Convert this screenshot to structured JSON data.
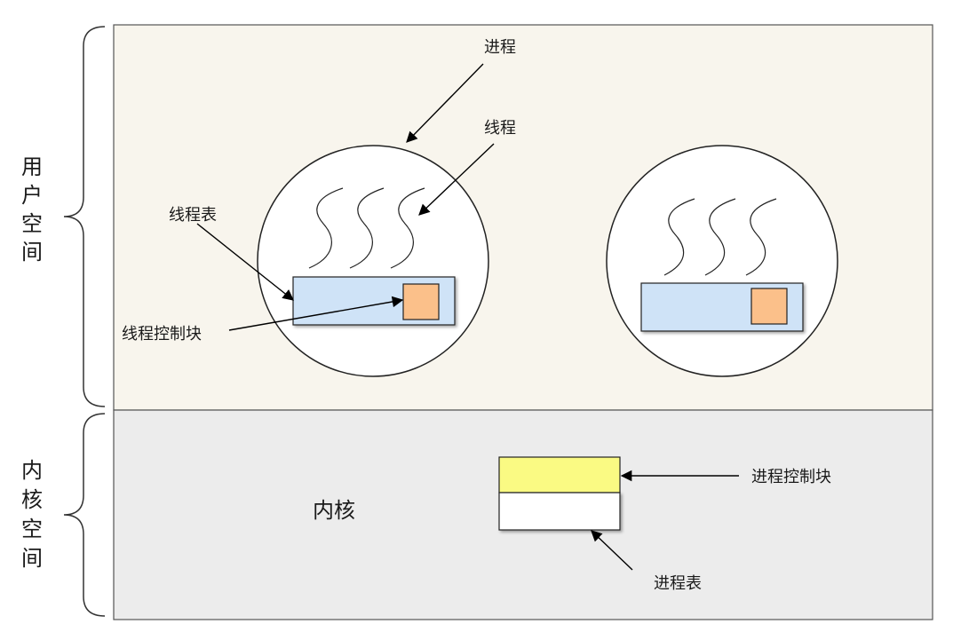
{
  "regions": {
    "user_space_label": [
      "用",
      "户",
      "空",
      "间"
    ],
    "kernel_space_label": [
      "内",
      "核",
      "空",
      "间"
    ]
  },
  "labels": {
    "process": "进程",
    "thread": "线程",
    "thread_table": "线程表",
    "thread_control_block": "线程控制块",
    "kernel": "内核",
    "process_control_block": "进程控制块",
    "process_table": "进程表"
  },
  "colors": {
    "user_space_bg": "#f8f5ed",
    "kernel_space_bg": "#ececec",
    "thread_table_fill": "#cfe3f7",
    "thread_control_block_fill": "#fbc08a",
    "process_control_block_fill": "#fafa83",
    "process_table_fill": "#ffffff"
  }
}
